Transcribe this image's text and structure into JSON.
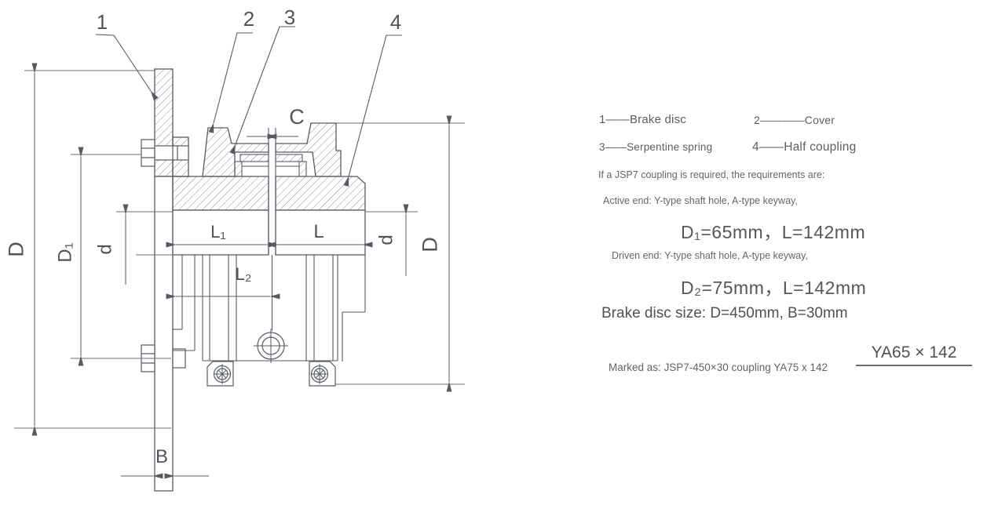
{
  "drawing": {
    "part_labels": {
      "p1": "1",
      "p2": "2",
      "p3": "3",
      "p4": "4"
    },
    "dim_labels": {
      "D_left": "D",
      "D1": "D₁",
      "d_left": "d",
      "L1": "L₁",
      "L": "L",
      "L2": "L₂",
      "C": "C",
      "B": "B",
      "d_right": "d",
      "D_right": "D"
    }
  },
  "legend": {
    "item1": "1——Brake disc",
    "item2": "2————Cover",
    "item3": "3——Serpentine spring",
    "item4": "4——Half coupling"
  },
  "notes": {
    "requirement": "If a JSP7 coupling is required, the requirements are:",
    "active_end": "Active end: Y-type shaft hole, A-type keyway,",
    "active_spec": "D₁=65mm，L=142mm",
    "driven_end": "Driven end: Y-type shaft hole, A-type keyway,",
    "driven_spec": "D₂=75mm，L=142mm",
    "disc_size": "Brake disc size: D=450mm, B=30mm",
    "marked_as": "Marked as: JSP7-450×30 coupling YA75 x 142",
    "fraction_numerator": "YA65 × 142"
  },
  "colors": {
    "line": "#565b63",
    "thin_line": "#6a6f76",
    "hatch": "#888d94",
    "text": "#5a5e63",
    "background": "#ffffff"
  }
}
